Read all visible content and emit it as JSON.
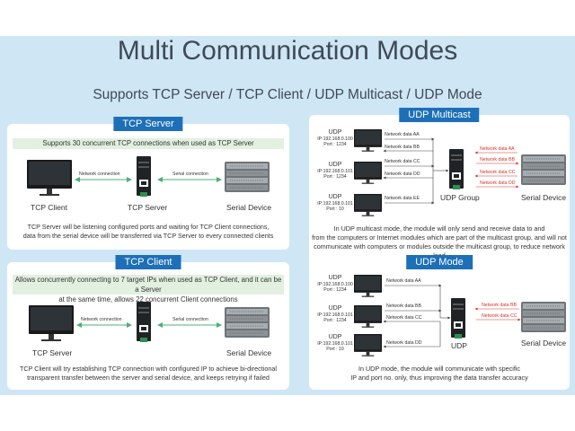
{
  "header": {
    "title": "Multi Communication Modes",
    "subtitle": "Supports TCP Server / TCP Client / UDP Multicast / UDP Mode"
  },
  "tcp_server": {
    "heading": "TCP Server",
    "band": "Supports 30 concurrent TCP connections when used as TCP Server",
    "link_left": "Network connection",
    "link_right": "Serial connection",
    "label_client": "TCP Client",
    "label_module": "TCP Server",
    "label_serial": "Serial Device",
    "desc_1": "TCP Server will be listening configured ports and waiting for TCP Client connections,",
    "desc_2": "data from the serial device will be transferred via TCP Server to every connected clients"
  },
  "tcp_client": {
    "heading": "TCP Client",
    "band_1": "Allows concurrently connecting to 7 target IPs when used as TCP Client, and it can be a Server",
    "band_2": "at the same time, allows 22 concurrent Client connections",
    "link_left": "Network connection",
    "link_right": "Serial connection",
    "label_server": "TCP Server",
    "label_serial": "Serial Device",
    "desc_1": "TCP Client will try establishing TCP connection with configured IP to achieve bi-directional",
    "desc_2": "transparent transfer between the server and serial device, and keeps retrying if failed"
  },
  "udp_multicast": {
    "heading": "UDP Multicast",
    "hosts": [
      {
        "proto": "UDP",
        "ip": "IP:192.168.0.100",
        "port": "Port : 1234"
      },
      {
        "proto": "UDP",
        "ip": "IP:192.168.0.101",
        "port": "Port : 1234"
      },
      {
        "proto": "UDP",
        "ip": "IP:192.168.0.101",
        "port": "Port : 10"
      }
    ],
    "flows_left": [
      "Network data AA",
      "Network data BB",
      "Network data CC",
      "Network data DD",
      "Network data EE"
    ],
    "flows_right": [
      "Network data AA",
      "Network data BB",
      "Network data CC",
      "Network data DD"
    ],
    "label_group": "UDP Group",
    "label_serial": "Serial Device",
    "desc_1": "In UDP multicast mode, the module will only send and receive data to and",
    "desc_2": "from the computers or Internet modules which are part of the multicast group, and will not",
    "desc_3": "communicate with computers or modules outside the multicast group, to reduce network load"
  },
  "udp_mode": {
    "heading": "UDP Mode",
    "hosts": [
      {
        "proto": "UDP",
        "ip": "IP:192.168.0.100",
        "port": "Port : 1234"
      },
      {
        "proto": "UDP",
        "ip": "IP:192.168.0.101",
        "port": "Port : 1234"
      },
      {
        "proto": "UDP",
        "ip": "IP:192.168.0.101",
        "port": "Port : 10"
      }
    ],
    "flows_left": [
      "Network data AA",
      "Network data BB",
      "Network data CC",
      "Network data DD"
    ],
    "flows_right": [
      "Network data BB",
      "Network data CC"
    ],
    "label_module": "UDP",
    "label_serial": "Serial Device",
    "desc_1": "In UDP mode, the module will communicate with specific",
    "desc_2": "IP and port no. only, thus improving the data transfer accuracy"
  },
  "colors": {
    "background": "#cfe6f5",
    "heading": "#1d70b8",
    "band": "#e2f0e0",
    "green_arrow": "#4caf7a",
    "red_arrow": "#d6332a",
    "title_text": "#3f4a56"
  },
  "icons": {
    "pc": "monitor-icon",
    "module": "serial-server-icon",
    "rack": "server-rack-icon"
  }
}
